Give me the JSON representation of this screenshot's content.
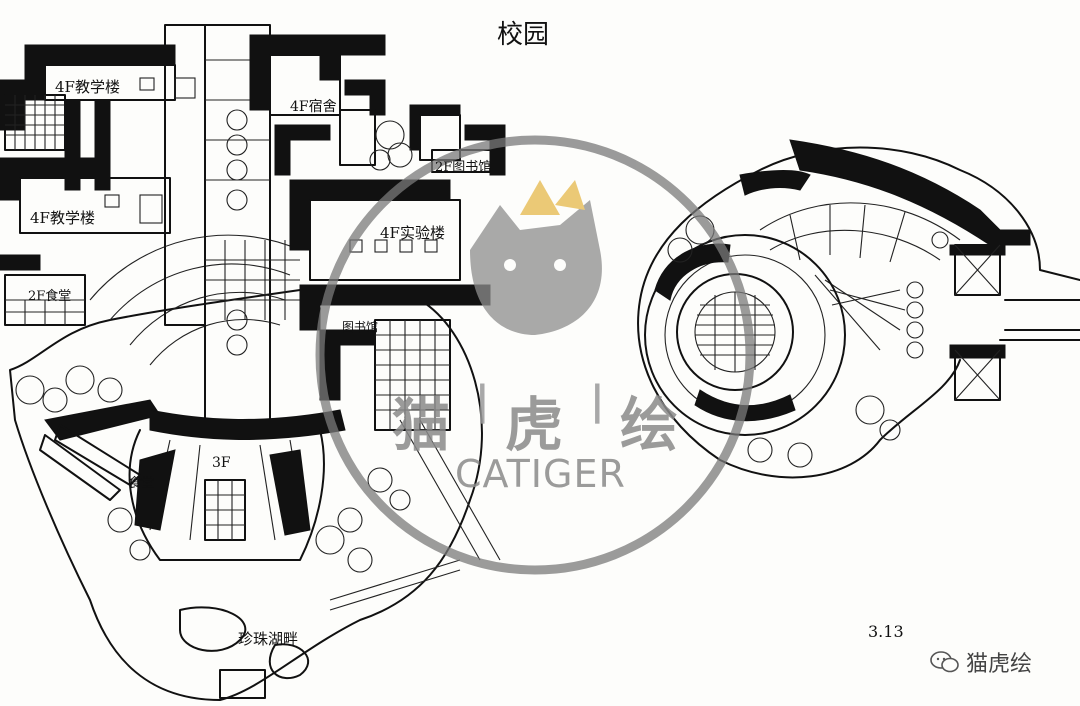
{
  "title": "校园",
  "labels": {
    "building_nw": "4F教学楼",
    "building_n": "4F宿舍",
    "building_w": "4F教学楼",
    "building_mid": "4F实验楼",
    "building_ne": "2F图书馆",
    "building_sw": "2F食堂",
    "arc_building": "3F",
    "small_label": "图书馆",
    "dining": "食堂",
    "garden": "珍珠湖畔"
  },
  "watermark": {
    "cn_1": "猫",
    "cn_2": "虎",
    "cn_3": "绘",
    "en": "CATIGER"
  },
  "date": "3.13",
  "account": {
    "name": "猫虎绘"
  }
}
